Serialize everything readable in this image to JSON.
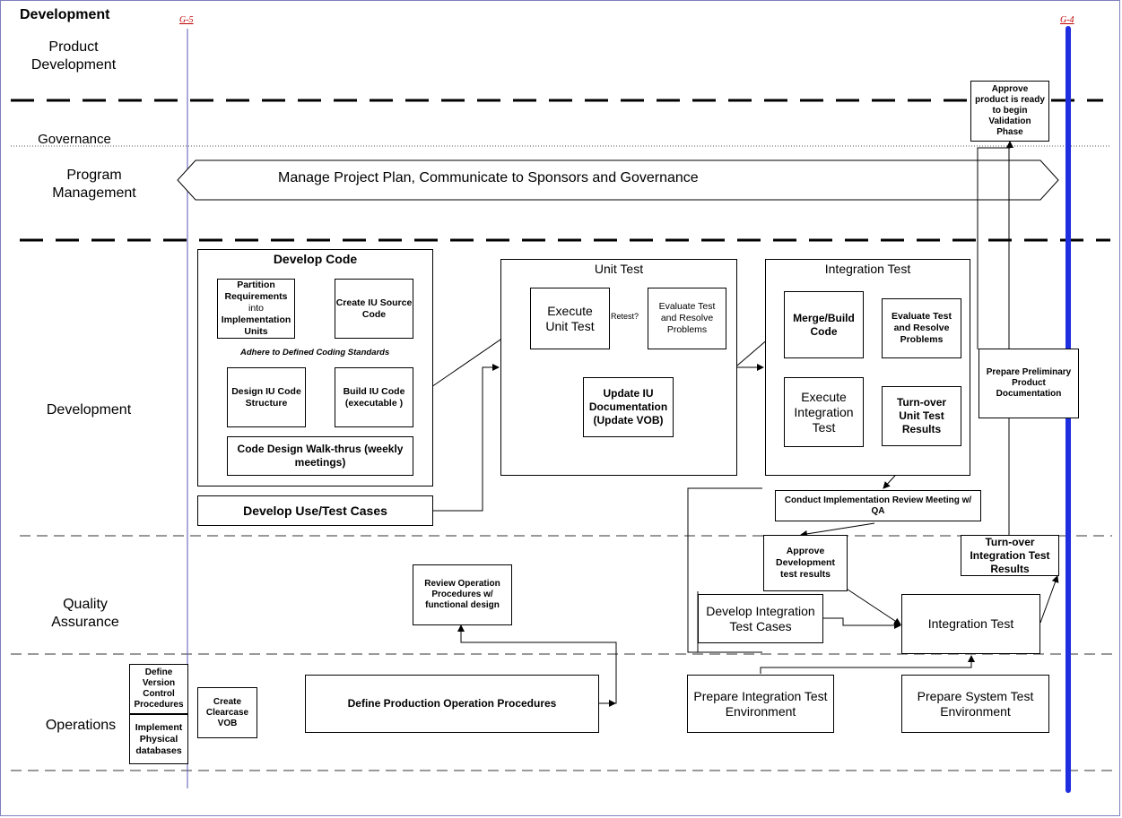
{
  "title": "Development",
  "gates": {
    "g5": "G-5",
    "g4": "G-4"
  },
  "lanes": {
    "product_development": "Product\nDevelopment",
    "governance": "Governance",
    "program_management": "Program\nManagement",
    "development": "Development",
    "quality_assurance": "Quality\nAssurance",
    "operations": "Operations"
  },
  "program_management_bar": "Manage Project Plan, Communicate to Sponsors and Governance",
  "governance_box": "Approve product is ready to begin Validation Phase",
  "develop_code": {
    "title": "Develop Code",
    "partition": {
      "line1": "Partition Requirements",
      "line2": "into",
      "line3": "Implementation Units"
    },
    "create_source": "Create IU Source Code",
    "standards_note": "Adhere to Defined Coding Standards",
    "design_structure": "Design IU Code Structure",
    "build_code": "Build IU Code (executable )",
    "walkthrus": "Code Design Walk-thrus (weekly meetings)"
  },
  "use_test_cases": "Develop Use/Test Cases",
  "unit_test": {
    "title": "Unit Test",
    "execute": "Execute Unit Test",
    "retest": "Retest?",
    "evaluate": "Evaluate Test and Resolve Problems",
    "update_docs": "Update IU Documentation (Update VOB)"
  },
  "integration_test_group": {
    "title": "Integration Test",
    "merge_build": "Merge/Build Code",
    "evaluate": "Evaluate Test and Resolve Problems",
    "execute": "Execute Integration Test",
    "turnover_unit": "Turn-over Unit Test Results"
  },
  "preliminary_docs": "Prepare Preliminary Product Documentation",
  "review_meeting": "Conduct Implementation Review Meeting w/ QA",
  "qa": {
    "review_operation": "Review Operation Procedures w/ functional design",
    "approve_dev": "Approve Development test results",
    "turnover_integration": "Turn-over Integration Test Results",
    "develop_integration_cases": "Develop Integration Test Cases",
    "integration_test": "Integration Test"
  },
  "operations": {
    "define_version": "Define Version Control Procedures",
    "implement_db": "Implement Physical databases",
    "create_clearcase": "Create Clearcase VOB",
    "define_production": "Define Production Operation  Procedures",
    "prepare_integration_env": "Prepare Integration Test Environment",
    "prepare_system_env": "Prepare System Test Environment"
  },
  "colors": {
    "gate_line_thin": "#5a5ab4",
    "gate_line_thick": "#1f2fe0",
    "gate_text": "#c00000"
  }
}
